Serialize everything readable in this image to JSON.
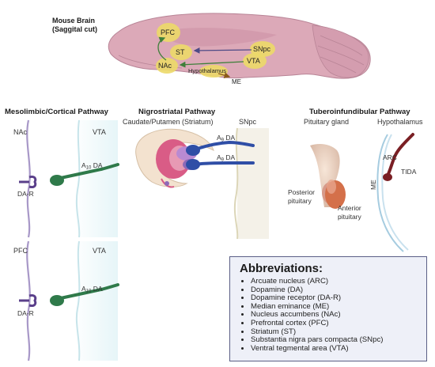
{
  "header": {
    "title_line1": "Mouse Brain",
    "title_line2": "(Saggital cut)"
  },
  "brain": {
    "pfc": "PFC",
    "st": "ST",
    "snpc": "SNpc",
    "nac": "NAc",
    "vta": "VTA",
    "hypothalamus": "Hypothalamus",
    "me": "ME"
  },
  "mesolimbic": {
    "title": "Mesolimbic/Cortical Pathway",
    "panel1": {
      "left": "NAc",
      "right": "VTA",
      "receptor": "DA-R",
      "neuron_sub": "10",
      "neuron_prefix": "A",
      "neuron_suffix": " DA"
    },
    "panel2": {
      "left": "PFC",
      "right": "VTA",
      "receptor": "DA-R",
      "neuron_sub": "10",
      "neuron_prefix": "A",
      "neuron_suffix": " DA"
    }
  },
  "nigrostriatal": {
    "title": "Nigrostriatal Pathway",
    "subtitle": "Caudate/Putamen (Striatum)",
    "snpc": "SNpc",
    "a9_prefix": "A",
    "a9_sub": "9",
    "a9_suffix": " DA"
  },
  "tuberoinfundibular": {
    "title": "Tuberoinfundibular Pathway",
    "pituitary": "Pituitary gland",
    "hypothalamus": "Hypothalamus",
    "posterior_1": "Posterior",
    "posterior_2": "pituitary",
    "anterior_1": "Anterior",
    "anterior_2": "pituitary",
    "arc": "ARC",
    "tida": "TIDA",
    "me": "ME"
  },
  "abbreviations": {
    "title": "Abbreviations:",
    "items": [
      "Arcuate nucleus (ARC)",
      "Dopamine (DA)",
      "Dopamine receptor (DA-R)",
      "Median eminance (ME)",
      "Nucleus accumbens (NAc)",
      "Prefrontal cortex (PFC)",
      "Striatum (ST)",
      "Substantia nigra pars compacta (SNpc)",
      "Ventral tegmental area (VTA)"
    ]
  },
  "colors": {
    "brain_fill": "#d9a6b5",
    "region_yellow": "#ecd968",
    "meso_neuron": "#2f7a4a",
    "nigro_neuron": "#2f4ea6",
    "tida_neuron": "#7a1f24",
    "membrane": "#a898c8",
    "box_border": "#5b5f86"
  }
}
